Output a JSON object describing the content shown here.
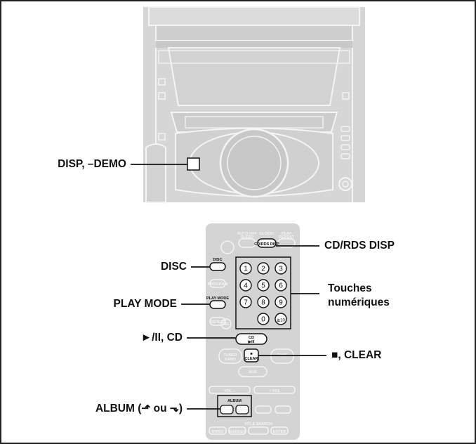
{
  "callouts": {
    "disp_demo": "DISP, –DEMO",
    "cd_rds_disp": "CD/RDS DISP",
    "disc": "DISC",
    "play_mode": "PLAY MODE",
    "touches_line1": "Touches",
    "touches_line2": "numériques",
    "play_pause_cd": "►/II, CD",
    "stop_clear": "■, CLEAR",
    "album": "ALBUM (⬏ ou ⬎)"
  },
  "remote": {
    "row1": [
      "AUTO OFF",
      "CLOCK/",
      "PLAY"
    ],
    "row1_sub": [
      "SLEEP",
      "CD/RDS DISP",
      "REPEAT"
    ],
    "disc": "DISC",
    "program": "PROGRAM",
    "play_mode": "PLAY MODE",
    "repeat": "REPEAT",
    "del": "DEL",
    "digits": [
      "1",
      "2",
      "3",
      "4",
      "5",
      "6",
      "7",
      "8",
      "9",
      "0",
      "≧10"
    ],
    "cd_line1": "CD",
    "cd_line2": "▶/II",
    "stop_line1": "■",
    "stop_line2": "CLEAR",
    "tuner": "TUNER",
    "tuner_sub": "BAND",
    "tape": "TAPE",
    "aux": "AUX",
    "vol_minus": "VOL –",
    "vol_plus": "+ VOL",
    "album": "ALBUM",
    "intro": "INTRO",
    "marker": "MARKER",
    "title_search": "TITLE SEARCH",
    "enter": "ENTER"
  },
  "colors": {
    "frame": "#222222",
    "device_gray": "#d9d9d9",
    "device_mid": "#c4c4c4",
    "line_white": "#f2f2f2",
    "leader": "#111111"
  }
}
